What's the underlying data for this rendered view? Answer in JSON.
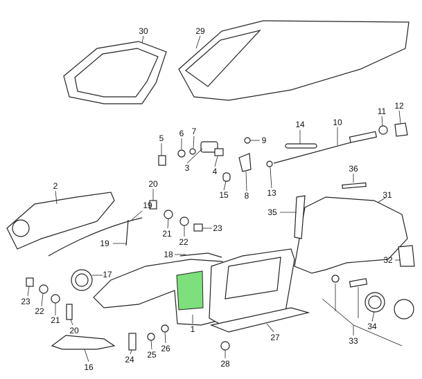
{
  "diagram": {
    "title": "Body parts exploded view",
    "highlight_color": "#7de07d",
    "callouts": [
      "30",
      "29",
      "14",
      "10",
      "11",
      "12",
      "5",
      "6",
      "7",
      "9",
      "3",
      "4",
      "8",
      "13",
      "15",
      "36",
      "2",
      "20",
      "19",
      "31",
      "21",
      "22",
      "23",
      "35",
      "19",
      "18",
      "32",
      "17",
      "23",
      "22",
      "21",
      "20",
      "1",
      "27",
      "34",
      "33",
      "16",
      "24",
      "25",
      "26",
      "28"
    ]
  }
}
